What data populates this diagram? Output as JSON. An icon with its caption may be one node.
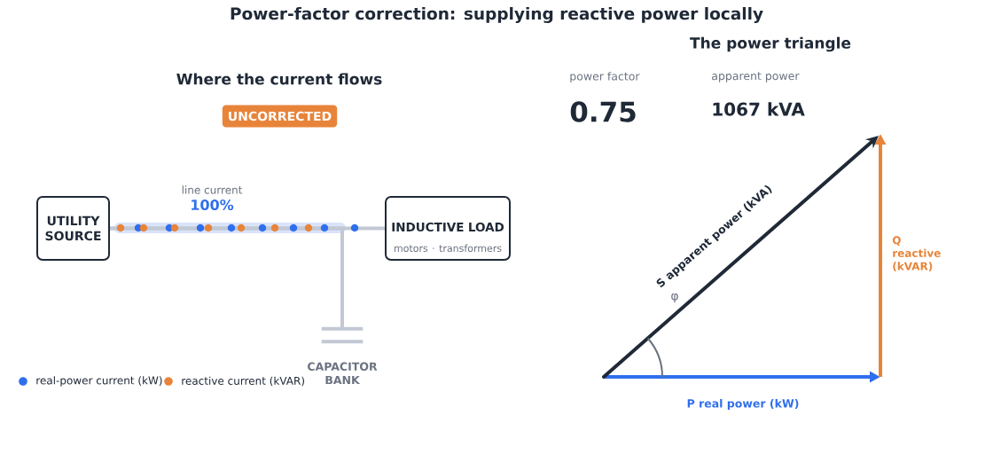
{
  "diagram": {
    "title": "Power-factor correction: supplying reactive power locally",
    "nodes": [
      {
        "text": [
          "UNCORRECTED"
        ]
      },
      {
        "text": [
          "UTILITY SOURCE"
        ]
      },
      {
        "text": [
          "INDUCTIVE LOAD",
          "motors · transformers"
        ]
      },
      {
        "text": [
          "CAPACITOR BANK"
        ]
      }
    ],
    "edges": [
      {
        "from": 1,
        "to": 2,
        "arrow": "none"
      },
      {
        "from": 1,
        "to": 3,
        "arrow": "none"
      }
    ],
    "labels": [
      "Where the current flows",
      "The power triangle",
      "power factor",
      "0.75",
      "apparent power",
      "1067 kVA",
      "line current",
      "100%",
      "S apparent power (kVA)",
      "φ",
      "Q reactive (kVAR)",
      "P real power (kW)"
    ],
    "legend": [
      {
        "text": "real-power current (kW)",
        "color": "#2f6fed"
      },
      {
        "text": "reactive current (kVAR)",
        "color": "#e8843a"
      }
    ]
  }
}
